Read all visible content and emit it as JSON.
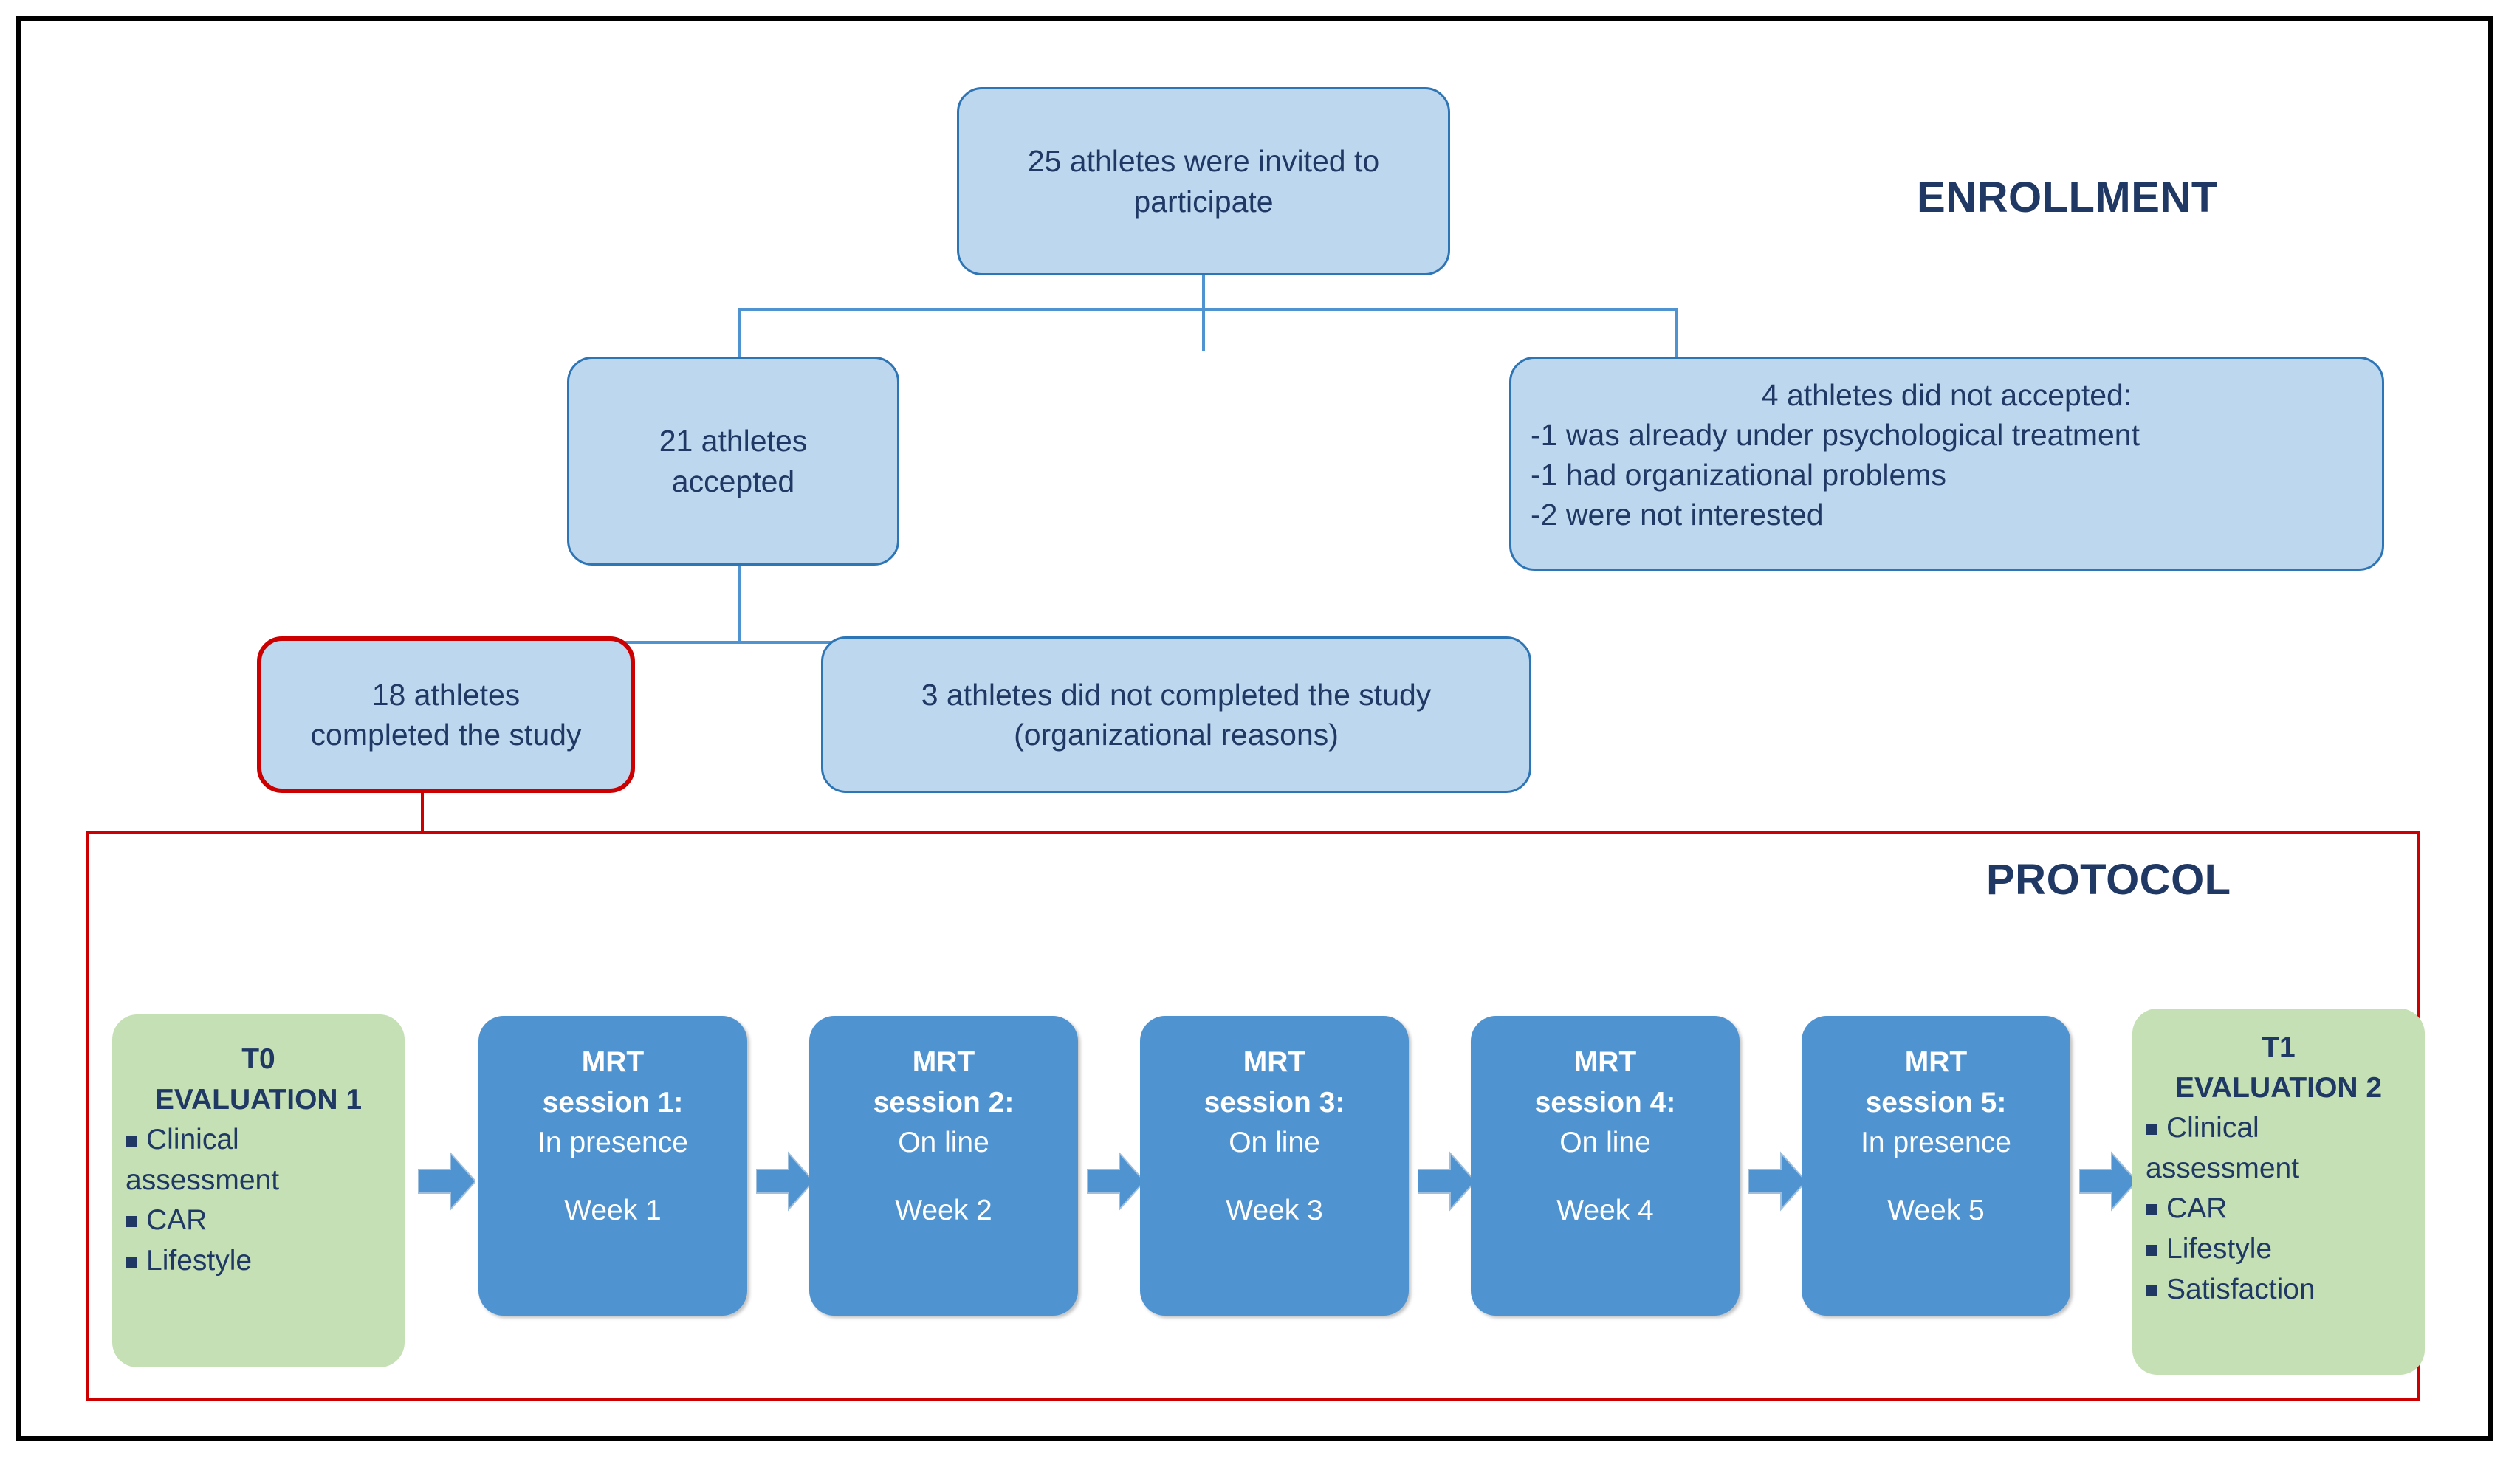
{
  "figure": {
    "sections": {
      "enrollment_title": "ENROLLMENT",
      "protocol_title": "PROTOCOL"
    },
    "enrollment": {
      "invited": {
        "line1": "25 athletes were invited to",
        "line2": "participate"
      },
      "accepted": {
        "line1": "21 athletes",
        "line2": "accepted"
      },
      "not_accepted": {
        "heading": "4 athletes did not accepted:",
        "reasons": [
          "-1 was already under  psychological treatment",
          "-1 had organizational problems",
          "-2 were not interested"
        ]
      },
      "completed": {
        "line1": "18 athletes",
        "line2": "completed the study"
      },
      "not_completed": {
        "line1": "3 athletes did not completed the study",
        "line2": "(organizational reasons)"
      }
    },
    "protocol": {
      "t0": {
        "label_line1": "T0",
        "label_line2": "EVALUATION 1",
        "items": [
          "Clinical assessment",
          "CAR",
          "Lifestyle"
        ]
      },
      "sessions": [
        {
          "title": "MRT",
          "subtitle": "session 1:",
          "mode": "In presence",
          "week": "Week 1"
        },
        {
          "title": "MRT",
          "subtitle": "session 2:",
          "mode": "On line",
          "week": "Week 2"
        },
        {
          "title": "MRT",
          "subtitle": "session 3:",
          "mode": "On line",
          "week": "Week 3"
        },
        {
          "title": "MRT",
          "subtitle": "session 4:",
          "mode": "On line",
          "week": "Week 4"
        },
        {
          "title": "MRT",
          "subtitle": "session 5:",
          "mode": "In presence",
          "week": "Week 5"
        }
      ],
      "t1": {
        "label_line1": "T1",
        "label_line2": "EVALUATION 2",
        "items": [
          "Clinical assessment",
          "CAR",
          "Lifestyle",
          "Satisfaction"
        ]
      }
    },
    "colors": {
      "light_blue_fill": "#bdd7ee",
      "light_blue_border": "#2e75b6",
      "mid_blue_fill": "#4f93d1",
      "green_fill": "#c5e0b4",
      "text_navy": "#1f3864",
      "red_accent": "#cc0000",
      "outer_border": "#000000"
    }
  }
}
